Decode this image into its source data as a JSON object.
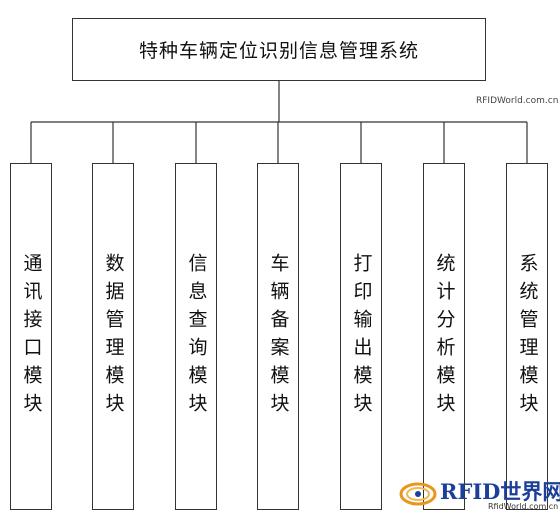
{
  "diagram": {
    "root": {
      "label": "特种车辆定位识别信息管理系统"
    },
    "modules": [
      {
        "label": "通讯接口模块"
      },
      {
        "label": "数据管理模块"
      },
      {
        "label": "信息查询模块"
      },
      {
        "label": "车辆备案模块"
      },
      {
        "label": "打印输出模块"
      },
      {
        "label": "统计分析模块"
      },
      {
        "label": "系统管理模块"
      }
    ]
  },
  "watermark": {
    "logo_text": "RFID世界网",
    "url": "RfidWorld.com.cn",
    "corner_text": "RFIDWorld.com.cn"
  },
  "colors": {
    "line": "#333333",
    "text": "#111111",
    "watermark_blue": "#1d3f9a",
    "watermark_orange": "#e8961e"
  }
}
